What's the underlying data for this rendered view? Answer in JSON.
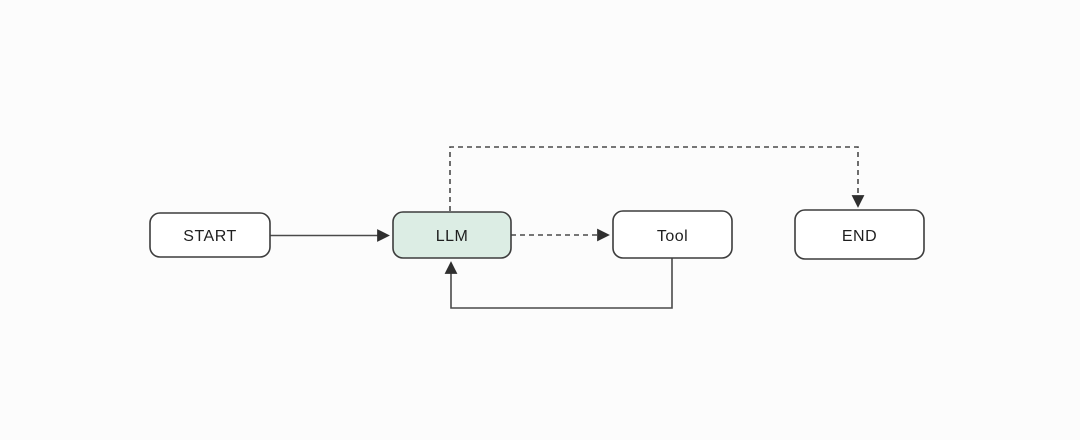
{
  "diagram": {
    "kind": "flowchart",
    "description": "Agent loop flowchart: START to LLM, LLM to Tool (dashed), Tool back to LLM (solid loop), LLM to END (dashed)",
    "nodes": [
      {
        "id": "start",
        "label": "START",
        "fill_color": "#ffffff"
      },
      {
        "id": "llm",
        "label": "LLM",
        "fill_color": "#dcede4"
      },
      {
        "id": "tool",
        "label": "Tool",
        "fill_color": "#ffffff"
      },
      {
        "id": "end",
        "label": "END",
        "fill_color": "#ffffff"
      }
    ],
    "edges": [
      {
        "from": "START",
        "to": "LLM",
        "style": "solid"
      },
      {
        "from": "LLM",
        "to": "Tool",
        "style": "dashed"
      },
      {
        "from": "Tool",
        "to": "LLM",
        "style": "solid"
      },
      {
        "from": "LLM",
        "to": "END",
        "style": "dashed"
      }
    ],
    "colors": {
      "background": "#fcfcfc",
      "node_border": "#3d3d3d",
      "edge_line": "#4a4a4a",
      "arrowhead": "#2f2f2f",
      "text": "#1f1f1f",
      "llm_fill": "#dcede4"
    }
  }
}
